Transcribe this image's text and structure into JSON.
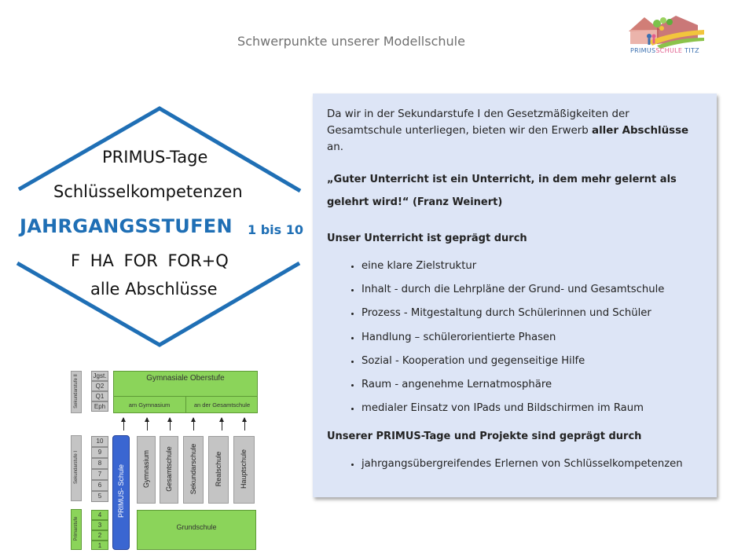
{
  "slide": {
    "title": "Schwerpunkte unserer Modellschule"
  },
  "logo": {
    "text_primus": "PRIMUS",
    "text_schule": "SCHULE",
    "text_city": " TITZ"
  },
  "diamond": {
    "line1": "PRIMUS-Tage",
    "line2": "Schlüsselkompetenzen",
    "line3": "JAHRGANGSSTUFEN",
    "line3_suffix": "1 bis 10",
    "line4": "F  HA  FOR  FOR+Q",
    "line5": "alle Abschlüsse",
    "color": "#1f6fb5"
  },
  "diagram": {
    "sek2_label": "Sekundarstufe II",
    "sek1_label": "Sekundarstufe I",
    "primar_label": "Primarstufe",
    "upper_grades": [
      "Jgst.",
      "Q2",
      "Q1",
      "Eph"
    ],
    "mid_grades": [
      "10",
      "9",
      "8",
      "7",
      "6",
      "5"
    ],
    "low_grades": [
      "4",
      "3",
      "2",
      "1"
    ],
    "oberstufe_title": "Gymnasiale Oberstufe",
    "oberstufe_left": "am Gymnasium",
    "oberstufe_right": "an der Gesamtschule",
    "primus_column": "PRIMUS- Schule",
    "school_types": [
      "Gymnasium",
      "Gesamtschule",
      "Sekundarschule",
      "Realschule",
      "Hauptschule"
    ],
    "grundschule": "Grundschule",
    "green": "#8bd45a",
    "blue": "#3a66d1"
  },
  "panel": {
    "intro_a": "Da wir in der Sekundarstufe I den Gesetzmäßigkeiten der Gesamtschule unterliegen, bieten wir den Erwerb ",
    "intro_bold": "aller  Abschlüsse",
    "intro_b": " an.",
    "quote_line1": "„Guter Unterricht ist ein Unterricht, in dem mehr gelernt als",
    "quote_line2": "gelehrt wird!“ (Franz Weinert)",
    "heading1": "Unser Unterricht ist geprägt durch",
    "bullets1": [
      "eine klare Zielstruktur",
      "Inhalt -  durch die Lehrpläne der Grund- und Gesamtschule",
      "Prozess  - Mitgestaltung durch Schülerinnen und Schüler",
      "Handlung – schülerorientierte Phasen",
      "Sozial - Kooperation und gegenseitige Hilfe",
      "Raum - angenehme Lernatmosphäre",
      "medialer Einsatz von IPads und Bildschirmen im Raum"
    ],
    "heading2": "Unserer PRIMUS-Tage und Projekte sind geprägt durch",
    "bullets2": [
      "jahrgangsübergreifendes Erlernen von Schlüsselkompetenzen"
    ],
    "background": "#dde5f6"
  }
}
